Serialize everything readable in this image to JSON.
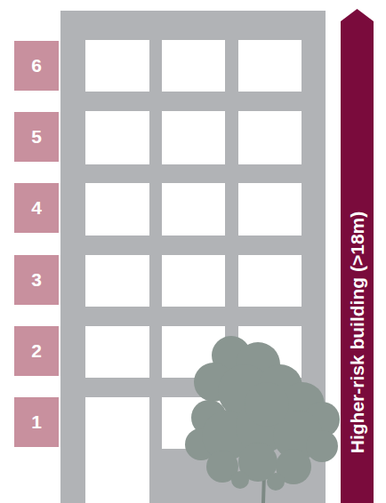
{
  "diagram": {
    "nodes": [
      {
        "text": [
          "6"
        ]
      },
      {
        "text": [
          "5"
        ]
      },
      {
        "text": [
          "4"
        ]
      },
      {
        "text": [
          "3"
        ]
      },
      {
        "text": [
          "2"
        ]
      },
      {
        "text": [
          "1"
        ]
      },
      {
        "text": [
          "Higher-risk building (>18m)"
        ]
      }
    ]
  }
}
